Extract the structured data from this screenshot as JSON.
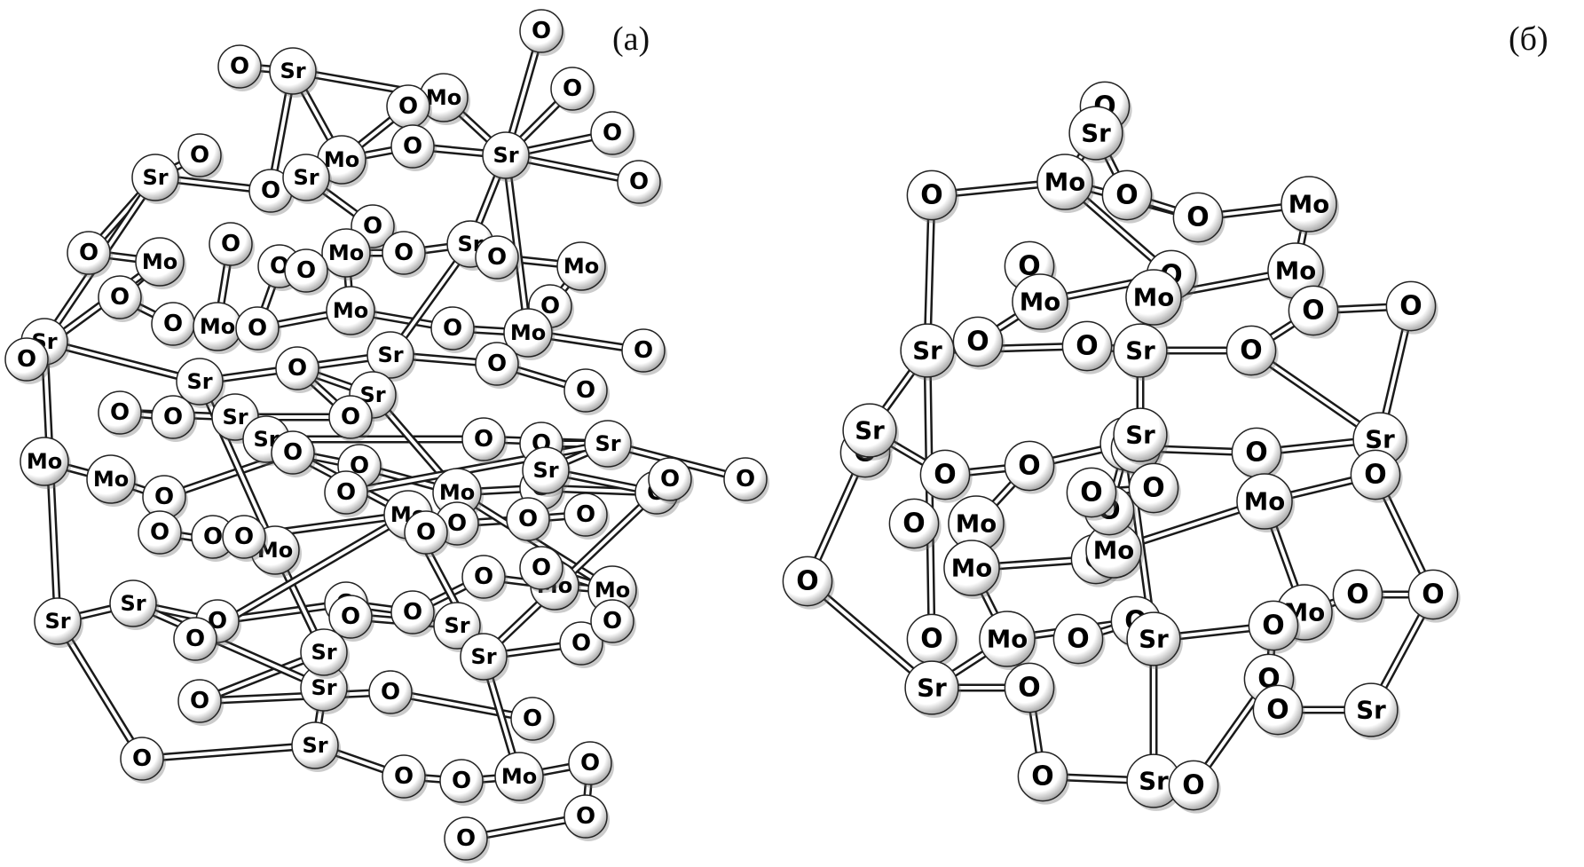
{
  "figure": {
    "panels": [
      {
        "label": "(a)"
      },
      {
        "label": "(б)"
      }
    ],
    "element_labels": {
      "oxygen": "O",
      "strontium": "Sr",
      "molybdenum": "Mo"
    },
    "colors": {
      "atom_fill": "#ffffff",
      "atom_shadow": "#9a9a9a",
      "bond": "#1a1a1a",
      "background": "#ffffff"
    }
  }
}
